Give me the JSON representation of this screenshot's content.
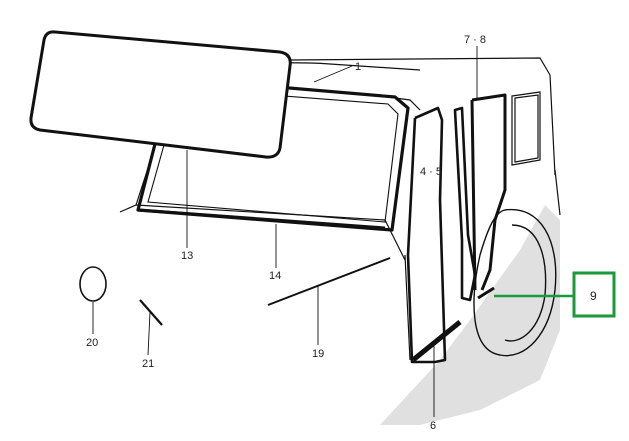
{
  "callouts": {
    "c1": "1",
    "c78": "7 · 8",
    "c45": "4 · 5",
    "c13": "13",
    "c14": "14",
    "c20": "20",
    "c21": "21",
    "c19": "19",
    "c6": "6",
    "c9": "9"
  },
  "colors": {
    "highlight": "#1a9a3a",
    "line": "#111111",
    "shade": "#dcdcdc"
  }
}
